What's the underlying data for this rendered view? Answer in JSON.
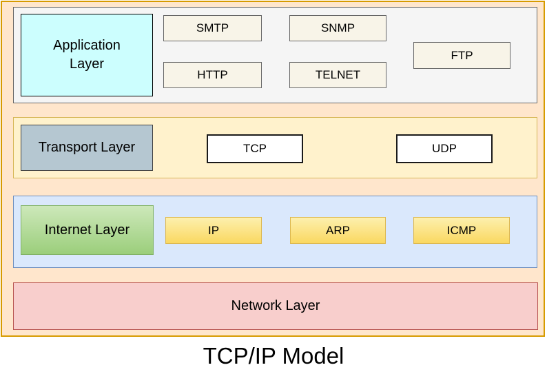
{
  "diagram": {
    "title": "TCP/IP Model",
    "layers": [
      {
        "name": "Application Layer",
        "protocols": [
          "SMTP",
          "SNMP",
          "HTTP",
          "TELNET",
          "FTP"
        ]
      },
      {
        "name": "Transport Layer",
        "protocols": [
          "TCP",
          "UDP"
        ]
      },
      {
        "name": "Internet Layer",
        "protocols": [
          "IP",
          "ARP",
          "ICMP"
        ]
      },
      {
        "name": "Network Layer",
        "protocols": []
      }
    ],
    "colors": {
      "frame_border": "#d79b00",
      "frame_background": "#ffe6cc",
      "application_section_background": "#f5f5f5",
      "application_section_border": "#666666",
      "application_box_fill": "#ccfefe",
      "application_box_border": "#000000",
      "protocol_cream_fill": "#f8f4e8",
      "transport_row_background": "#fff2cc",
      "transport_row_border": "#d6b656",
      "transport_box_fill": "#b5c7d1",
      "protocol_white_fill": "#ffffff",
      "internet_row_background": "#dae8fc",
      "internet_row_border": "#6c8ebf",
      "internet_box_gradient_top": "#cde8ba",
      "internet_box_gradient_bottom": "#9bce7b",
      "internet_box_border": "#82b366",
      "protocol_yellow_gradient_top": "#fdf0ae",
      "protocol_yellow_gradient_bottom": "#fad861",
      "protocol_yellow_border": "#ddb74d",
      "network_row_background": "#f8cecc",
      "network_row_border": "#b85450",
      "text": "#000000"
    }
  }
}
